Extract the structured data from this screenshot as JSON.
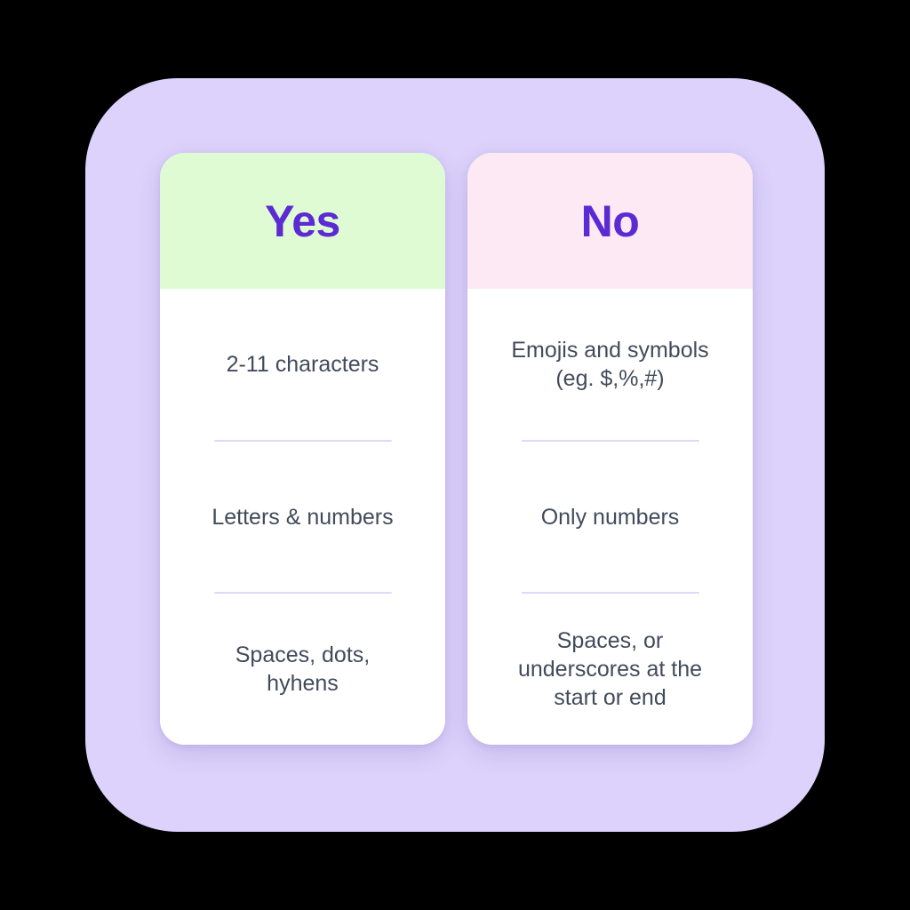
{
  "theme": {
    "page_background": "#000000",
    "panel_background": "#DCD2FB",
    "card_background": "#FFFFFF",
    "yes_header_background": "#DFFBD4",
    "no_header_background": "#FCE9F4",
    "title_color": "#5C2AD2",
    "body_text_color": "#424B5C",
    "divider_color": "#DFD8F7"
  },
  "comparison": {
    "columns": [
      {
        "id": "yes",
        "title": "Yes",
        "header_color": "#DFFBD4",
        "items": [
          "2-11 characters",
          "Letters & numbers",
          "Spaces, dots,\nhyhens"
        ]
      },
      {
        "id": "no",
        "title": "No",
        "header_color": "#FCE9F4",
        "items": [
          "Emojis and symbols\n(eg. $,%,#)",
          "Only numbers",
          "Spaces, or\nunderscores at the\nstart or end"
        ]
      }
    ]
  }
}
